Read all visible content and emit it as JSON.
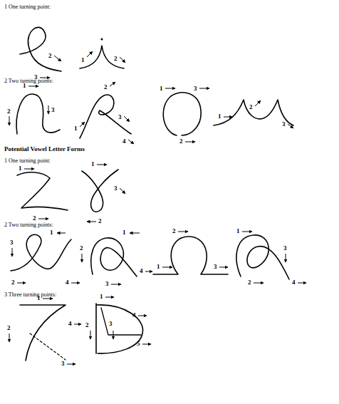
{
  "diagram": {
    "labels": [
      "1 One turning point:",
      "2",
      "3",
      "1",
      "2",
      "2 Two turning points:",
      "1",
      "2",
      "3",
      "1",
      "2",
      "3",
      "4",
      "1",
      "2",
      "3",
      "1",
      "2",
      "3",
      "Potential Vowel Letter Forms",
      "1 One turning point:",
      "1",
      "2",
      "1",
      "2",
      "3",
      "2 Two turning points:",
      "1",
      "2",
      "3",
      "4",
      "1",
      "2",
      "3",
      "4",
      "1",
      "2",
      "3",
      "1",
      "2",
      "3",
      "4",
      "3 Three turning points:",
      "1",
      "2",
      "3",
      "4",
      "1",
      "2",
      "3",
      "4",
      "5"
    ]
  }
}
